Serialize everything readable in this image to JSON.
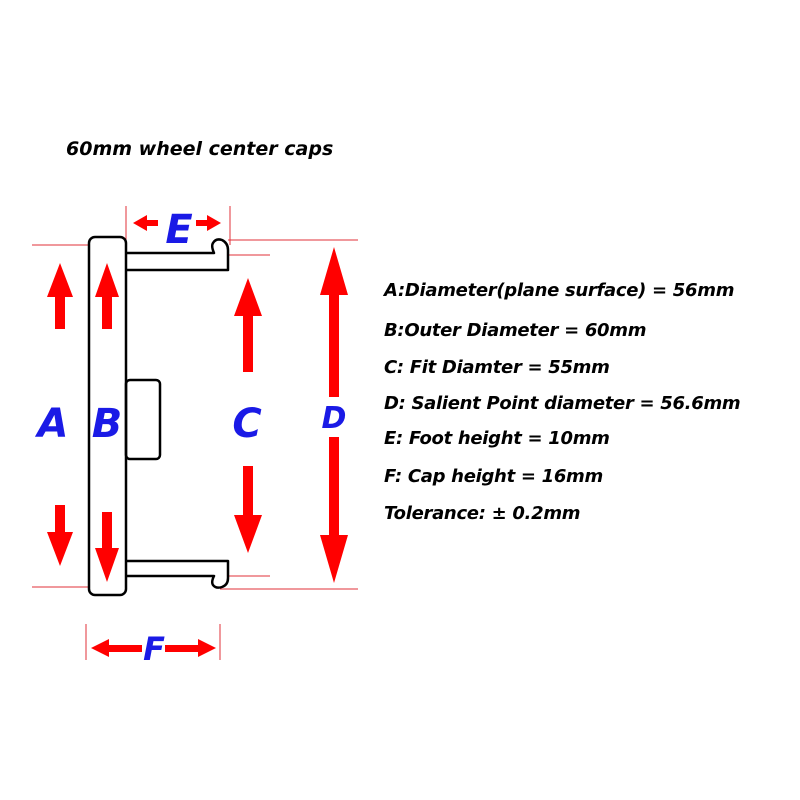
{
  "title": "60mm wheel center caps",
  "labels": {
    "a": "A",
    "b": "B",
    "c": "C",
    "d": "D",
    "e": "E",
    "f": "F"
  },
  "specs": [
    "A:Diameter(plane surface) = 56mm",
    "B:Outer Diameter = 60mm",
    "C: Fit Diamter = 55mm",
    "D: Salient Point diameter = 56.6mm",
    "E: Foot height = 10mm",
    "F: Cap height = 16mm",
    "Tolerance: ± 0.2mm"
  ],
  "colors": {
    "arrow": "#ff0000",
    "label": "#1a1ae6",
    "outline": "#000000",
    "guide": "#e0303a"
  }
}
